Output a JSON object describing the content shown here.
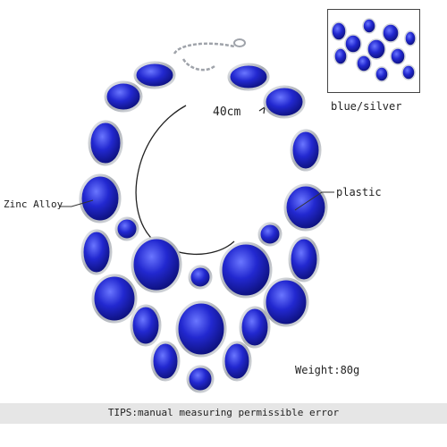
{
  "product": {
    "measure_label": "40cm",
    "material_left": "Zinc Alloy",
    "material_right": "plastic",
    "weight": "Weight:80g",
    "variant": "blue/silver",
    "tips": "TIPS:manual measuring permissible error"
  },
  "colors": {
    "stone": "#1e22c8",
    "stone_dark": "#0c0f7a",
    "stone_light": "#5a66ff",
    "setting": "#c9ccd2",
    "chain": "#a9adb4",
    "tips_bar": "#e6e6e6"
  },
  "icons": {
    "measure": "dimension-arc-icon",
    "pointer": "callout-line-icon",
    "inset": "closeup-photo-icon"
  }
}
